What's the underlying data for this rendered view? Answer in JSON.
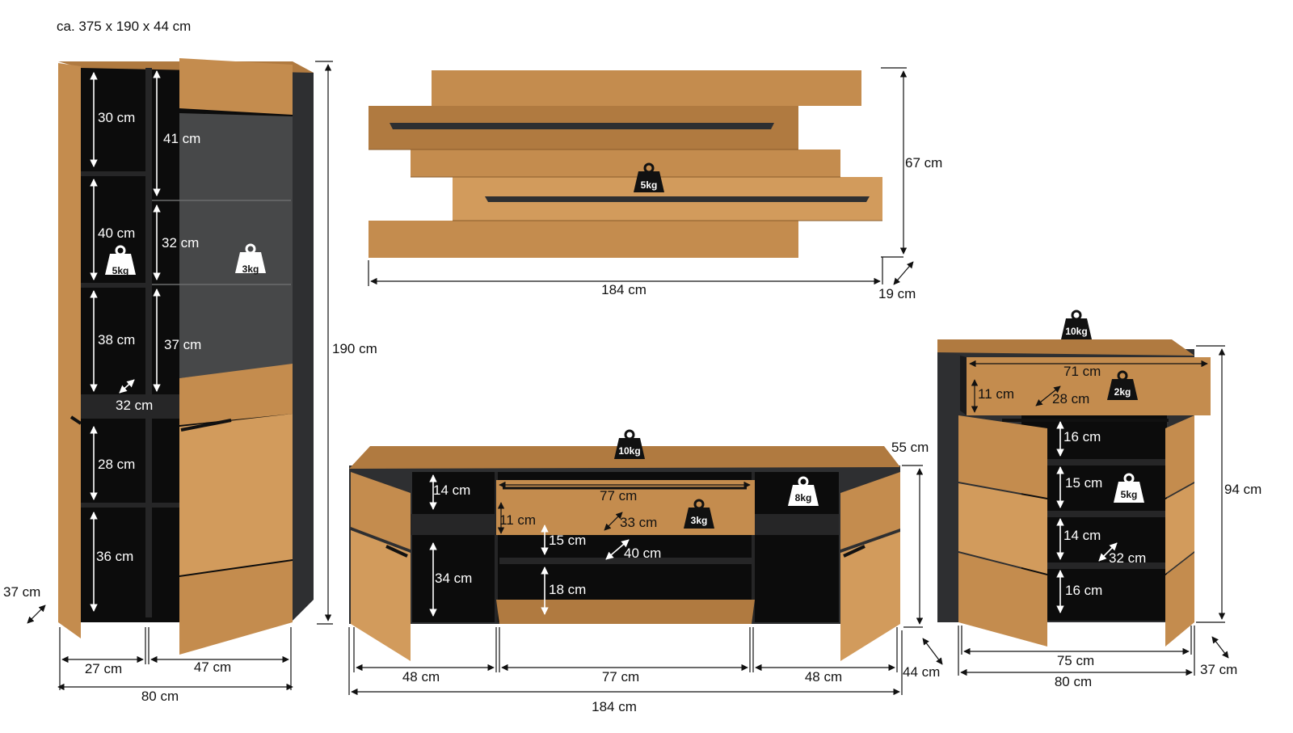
{
  "overall_size": "ca. 375 x 190 x 44 cm",
  "vitrine": {
    "height": "190 cm",
    "depth": "37 cm",
    "width_total": "80 cm",
    "width_left": "27 cm",
    "width_right": "47 cm",
    "left_compartments": [
      "30 cm",
      "40 cm",
      "38 cm",
      "28 cm",
      "36 cm"
    ],
    "right_compartments": [
      "41 cm",
      "32 cm",
      "37 cm"
    ],
    "inner_depth": "32 cm",
    "load_left": "5kg",
    "load_right": "3kg"
  },
  "wall_panel": {
    "width": "184 cm",
    "height": "67 cm",
    "depth": "19 cm",
    "load": "5kg"
  },
  "tv_board": {
    "width_total": "184 cm",
    "height": "55 cm",
    "depth": "44 cm",
    "width_left": "48 cm",
    "width_middle": "77 cm",
    "width_right": "48 cm",
    "left_compartments": [
      "14 cm",
      "34 cm"
    ],
    "drawer_width": "77 cm",
    "drawer_height": "11 cm",
    "drawer_depth": "33 cm",
    "middle_compartments": [
      "15 cm",
      "18 cm"
    ],
    "middle_depth": "40 cm",
    "load_top": "10kg",
    "load_drawer": "3kg",
    "load_right": "8kg"
  },
  "sideboard": {
    "height": "94 cm",
    "depth": "37 cm",
    "width_total": "80 cm",
    "width_inner": "75 cm",
    "drawer_width": "71 cm",
    "drawer_height": "11 cm",
    "drawer_depth": "28 cm",
    "compartments": [
      "16 cm",
      "15 cm",
      "14 cm",
      "16 cm"
    ],
    "inner_depth": "32 cm",
    "load_top": "10kg",
    "load_drawer": "2kg",
    "load_shelf": "5kg"
  }
}
